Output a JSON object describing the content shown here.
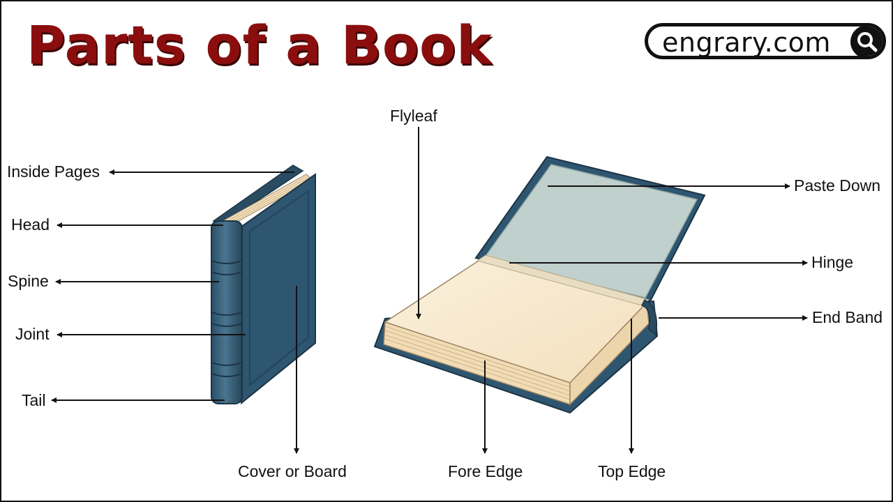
{
  "title": "Parts of a Book",
  "brand": {
    "text": "engrary.com",
    "icon": "search-icon"
  },
  "labels": {
    "inside_pages": "Inside Pages",
    "head": "Head",
    "spine": "Spine",
    "joint": "Joint",
    "tail": "Tail",
    "cover_or_board": "Cover or Board",
    "flyleaf": "Flyleaf",
    "paste_down": "Paste Down",
    "hinge": "Hinge",
    "end_band": "End Band",
    "fore_edge": "Fore Edge",
    "top_edge": "Top Edge"
  },
  "colors": {
    "title": "#8b0e0e",
    "cover": "#2f5670",
    "pages": "#f6e6c8",
    "paste_down": "#c0d0cc"
  }
}
